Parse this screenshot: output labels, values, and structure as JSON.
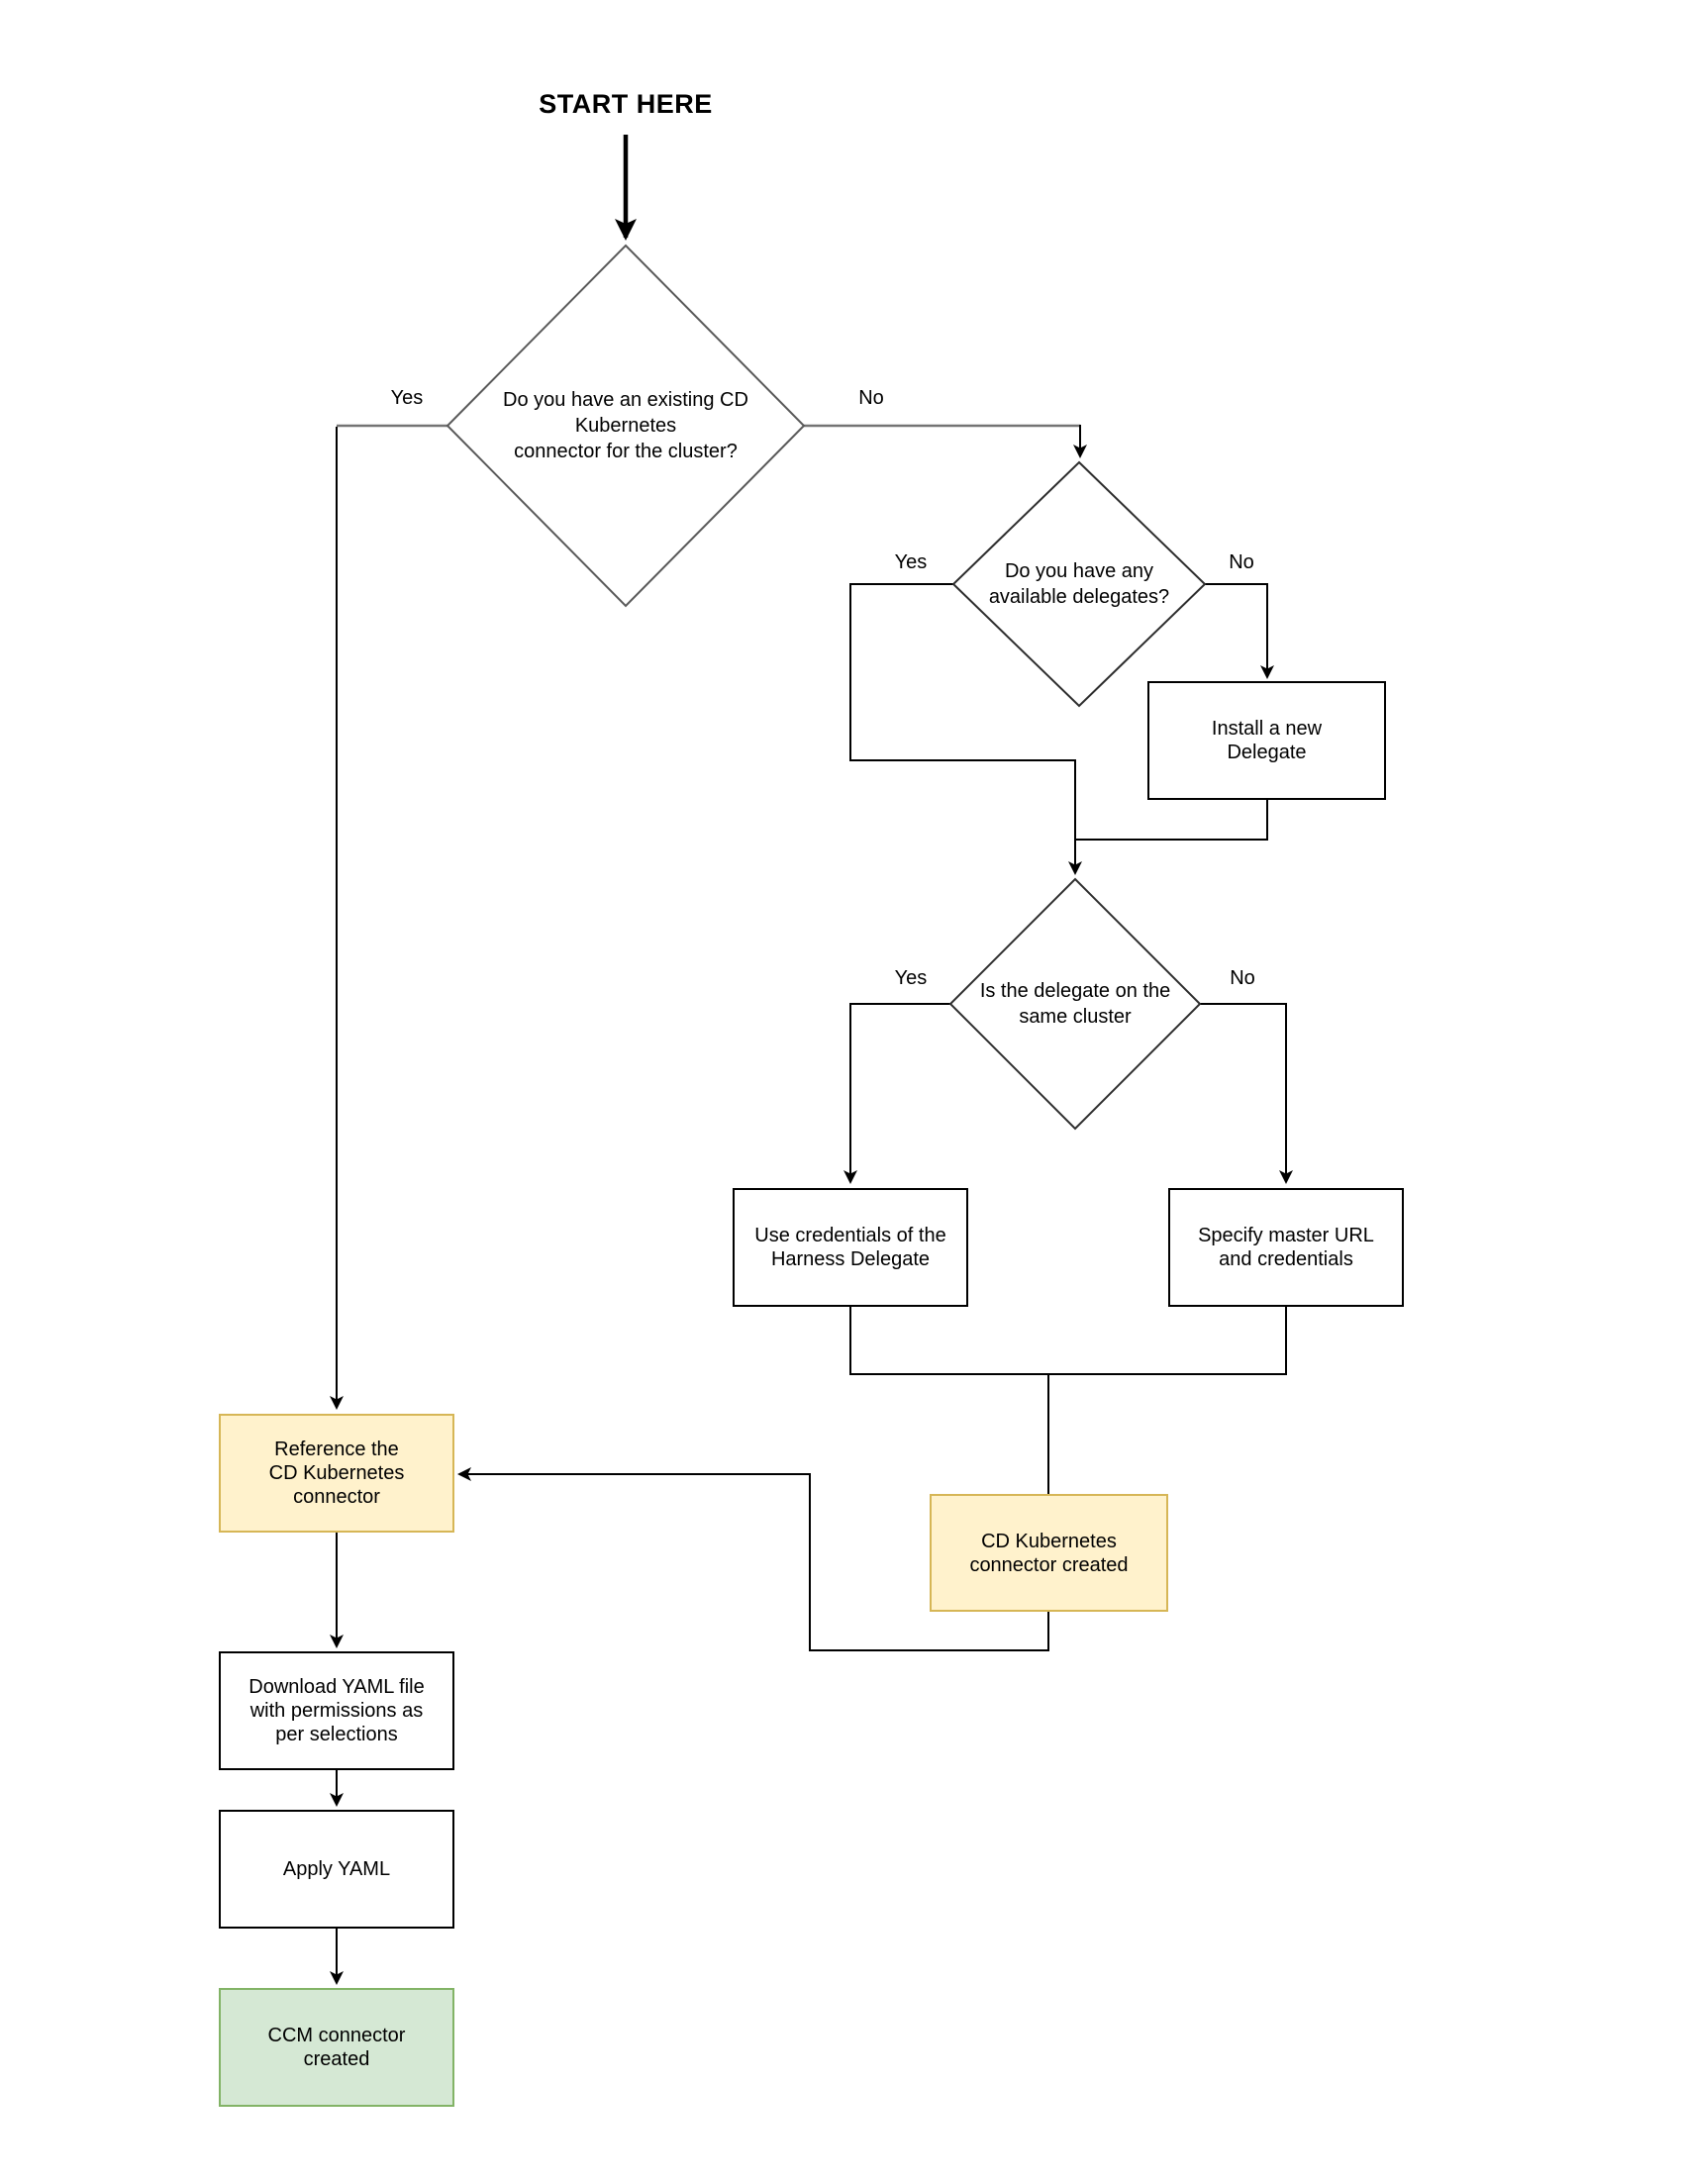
{
  "title": "START HERE",
  "colors": {
    "yellow_fill": "#FFF2CC",
    "yellow_border": "#D6B656",
    "green_fill": "#D5E8D4",
    "green_border": "#82B366",
    "line_color": "#000000"
  },
  "decisions": {
    "existing_connector": {
      "text": "Do you have an existing CD\nKubernetes\nconnector for the cluster?",
      "yes_label": "Yes",
      "no_label": "No"
    },
    "available_delegates": {
      "text": "Do you have any\navailable delegates?",
      "yes_label": "Yes",
      "no_label": "No"
    },
    "delegate_same_cluster": {
      "text": "Is the delegate on the\nsame cluster",
      "yes_label": "Yes",
      "no_label": "No"
    }
  },
  "processes": {
    "install_delegate": {
      "text": "Install a new\nDelegate"
    },
    "use_credentials": {
      "text": "Use credentials of the\nHarness Delegate"
    },
    "specify_master_url": {
      "text": "Specify master URL\nand credentials"
    },
    "cd_connector_created": {
      "text": "CD Kubernetes\nconnector created"
    },
    "reference_connector": {
      "text": "Reference the\nCD Kubernetes\nconnector"
    },
    "download_yaml": {
      "text": "Download YAML file\nwith permissions as\nper selections"
    },
    "apply_yaml": {
      "text": "Apply YAML"
    },
    "ccm_connector_created": {
      "text": "CCM connector\ncreated"
    }
  }
}
